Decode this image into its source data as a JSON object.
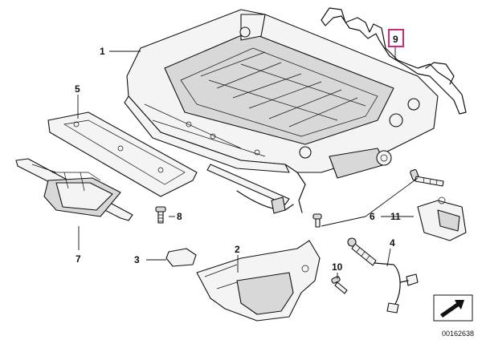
{
  "diagram": {
    "callouts": [
      {
        "id": "1",
        "text": "1"
      },
      {
        "id": "2",
        "text": "2"
      },
      {
        "id": "3",
        "text": "3"
      },
      {
        "id": "4",
        "text": "4"
      },
      {
        "id": "5",
        "text": "5"
      },
      {
        "id": "6",
        "text": "6"
      },
      {
        "id": "7",
        "text": "7"
      },
      {
        "id": "8",
        "text": "8"
      },
      {
        "id": "9",
        "text": "9"
      },
      {
        "id": "10",
        "text": "10"
      },
      {
        "id": "11",
        "text": "11"
      }
    ],
    "highlighted_callout": "9",
    "highlight_color": "#d0287a",
    "document_number": "00162638",
    "nav_icon": "arrow-icon"
  }
}
